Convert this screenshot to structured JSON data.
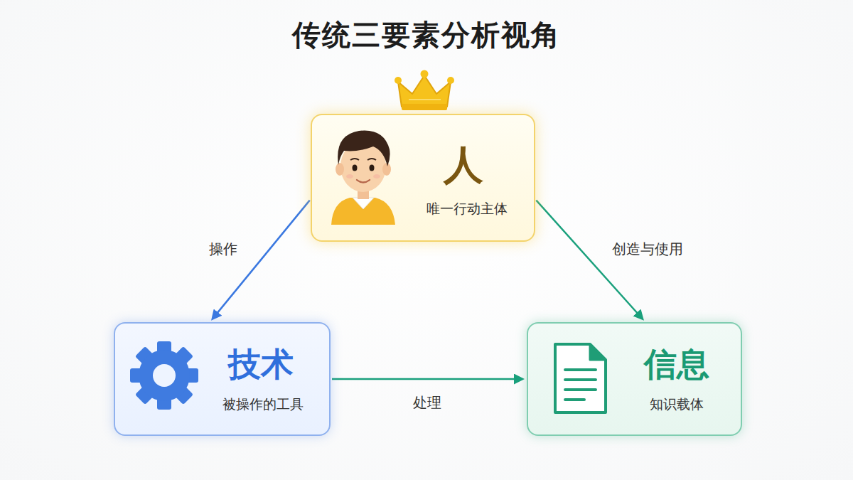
{
  "diagram": {
    "title": "传统三要素分析视角",
    "nodes": [
      {
        "text": [
          "人",
          "唯一行动主体"
        ]
      },
      {
        "text": [
          "技术",
          "被操作的工具"
        ]
      },
      {
        "text": [
          "信息",
          "知识载体"
        ]
      }
    ],
    "edges": [
      {
        "from": 0,
        "to": 1,
        "label": "操作",
        "arrow": "to"
      },
      {
        "from": 0,
        "to": 2,
        "label": "创造与使用",
        "arrow": "to"
      },
      {
        "from": 1,
        "to": 2,
        "label": "处理",
        "arrow": "to"
      }
    ]
  }
}
